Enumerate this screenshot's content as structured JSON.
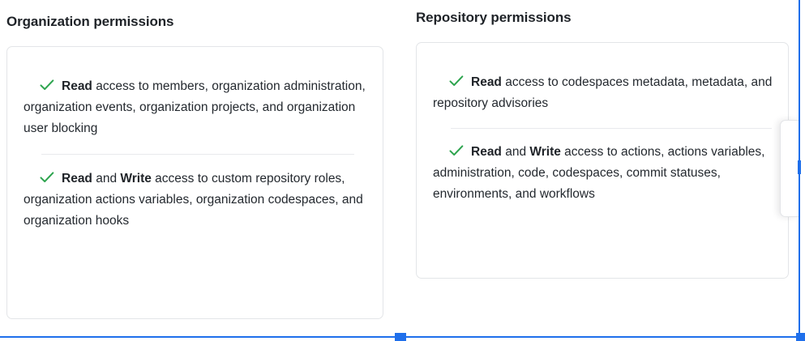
{
  "theme": {
    "accent_blue": "#1f6feb",
    "check_green": "#2da44e",
    "text": "#1f2328",
    "card_border": "#e3e5e8",
    "divider": "#e8eaed",
    "background": "#ffffff"
  },
  "columns": [
    {
      "key": "organization",
      "title": "Organization permissions",
      "items": [
        {
          "icon": "check-icon",
          "segments": [
            {
              "text": "Read",
              "bold": true
            },
            {
              "text": " access to members, organization administration, organization events, organization projects, and organization user blocking",
              "bold": false
            }
          ],
          "plain": "Read access to members, organization administration, organization events, organization projects, and organization user blocking"
        },
        {
          "icon": "check-icon",
          "segments": [
            {
              "text": "Read",
              "bold": true
            },
            {
              "text": " and ",
              "bold": false
            },
            {
              "text": "Write",
              "bold": true
            },
            {
              "text": " access to custom repository roles, organization actions variables, organization codespaces, and organization hooks",
              "bold": false
            }
          ],
          "plain": "Read and Write access to custom repository roles, organization actions variables, organization codespaces, and organization hooks"
        }
      ]
    },
    {
      "key": "repository",
      "title": "Repository permissions",
      "items": [
        {
          "icon": "check-icon",
          "segments": [
            {
              "text": "Read",
              "bold": true
            },
            {
              "text": " access to codespaces metadata, metadata, and repository advisories",
              "bold": false
            }
          ],
          "plain": "Read access to codespaces metadata, metadata, and repository advisories"
        },
        {
          "icon": "check-icon",
          "segments": [
            {
              "text": "Read",
              "bold": true
            },
            {
              "text": " and ",
              "bold": false
            },
            {
              "text": "Write",
              "bold": true
            },
            {
              "text": " access to actions, actions variables, administration, code, codespaces, commit statuses, environments, and workflows",
              "bold": false
            }
          ],
          "plain": "Read and Write access to actions, actions variables, administration, code, codespaces, commit statuses, environments, and workflows"
        }
      ]
    }
  ],
  "selection": {
    "bottom_edge": "",
    "right_edge": "",
    "handle_bottom_center": "",
    "handle_bottom_right": "",
    "handle_right_center": ""
  }
}
